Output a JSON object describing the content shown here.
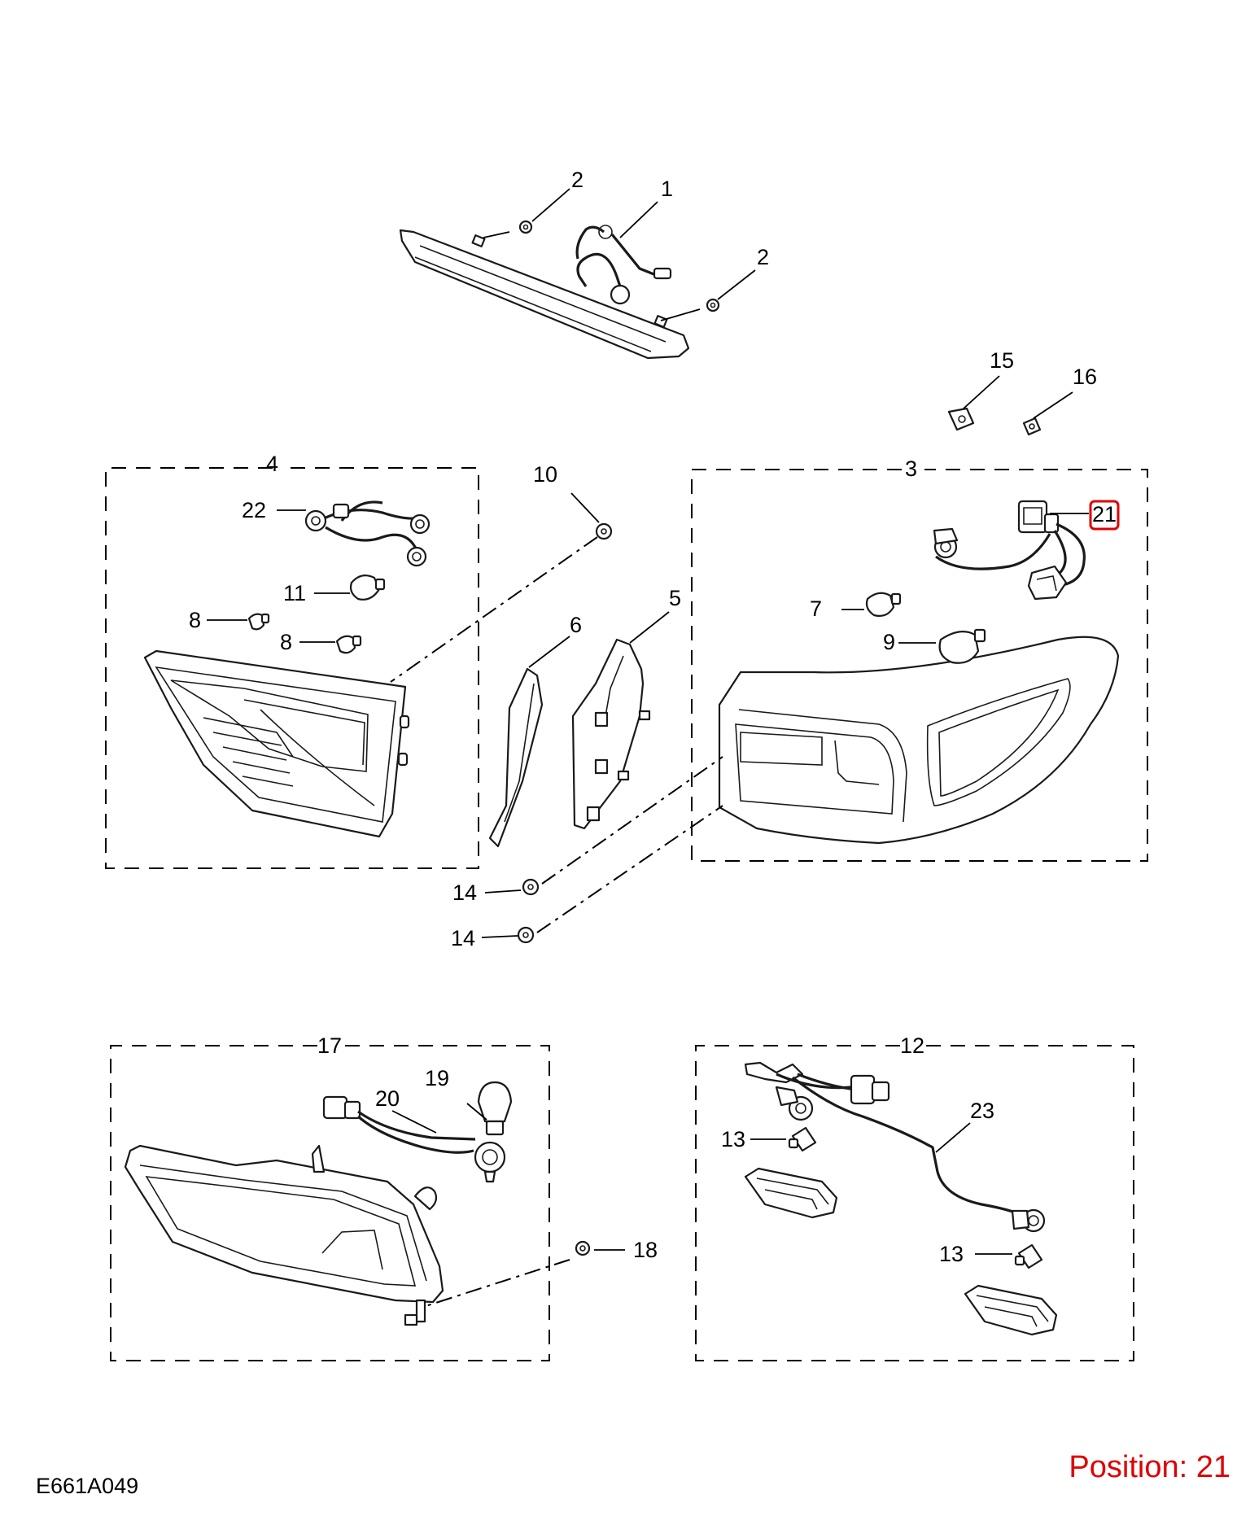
{
  "diagram_code": "E661A049",
  "position_label": "Position: 21",
  "highlight_color": "#e00000",
  "callouts": {
    "c1": "1",
    "c2a": "2",
    "c2b": "2",
    "c3": "3",
    "c4": "4",
    "c5": "5",
    "c6": "6",
    "c7": "7",
    "c8a": "8",
    "c8b": "8",
    "c9": "9",
    "c10": "10",
    "c11": "11",
    "c12": "12",
    "c13a": "13",
    "c13b": "13",
    "c14a": "14",
    "c14b": "14",
    "c15": "15",
    "c16": "16",
    "c17": "17",
    "c18": "18",
    "c19": "19",
    "c20": "20",
    "c21": "21",
    "c22": "22",
    "c23": "23"
  }
}
